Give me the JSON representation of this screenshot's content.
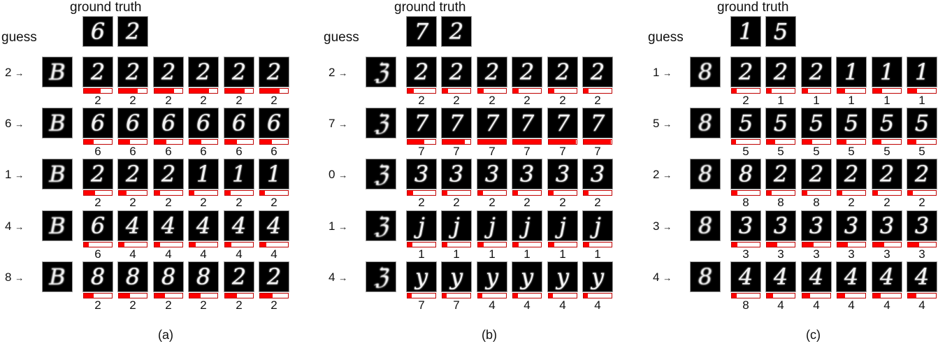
{
  "figure": {
    "ground_truth_label": "ground truth",
    "guess_label": "guess",
    "arrow": "→",
    "colors": {
      "bar_fill": "#ff0000",
      "bar_border": "#c00000",
      "tile_bg": "#000000",
      "stroke": "#ffffff"
    }
  },
  "panels": [
    {
      "caption": "(a)",
      "ground_truth": [
        "6",
        "2"
      ],
      "input_glyph": "B",
      "rows": [
        {
          "guess": "2",
          "frames": [
            "2",
            "2",
            "2",
            "2",
            "2",
            "2"
          ],
          "predictions": [
            "2",
            "2",
            "2",
            "2",
            "2",
            "2"
          ],
          "bars": [
            60,
            68,
            70,
            70,
            70,
            70
          ]
        },
        {
          "guess": "6",
          "frames": [
            "6",
            "6",
            "6",
            "6",
            "6",
            "6"
          ],
          "predictions": [
            "6",
            "6",
            "6",
            "6",
            "6",
            "6"
          ],
          "bars": [
            35,
            40,
            42,
            42,
            42,
            42
          ]
        },
        {
          "guess": "1",
          "frames": [
            "2",
            "2",
            "2",
            "1",
            "1",
            "1"
          ],
          "predictions": [
            "2",
            "2",
            "2",
            "2",
            "2",
            "2"
          ],
          "bars": [
            40,
            28,
            20,
            18,
            20,
            18
          ]
        },
        {
          "guess": "4",
          "frames": [
            "6",
            "4",
            "4",
            "4",
            "4",
            "4"
          ],
          "predictions": [
            "6",
            "4",
            "4",
            "4",
            "4",
            "4"
          ],
          "bars": [
            18,
            20,
            20,
            22,
            22,
            22
          ]
        },
        {
          "guess": "8",
          "frames": [
            "8",
            "8",
            "8",
            "8",
            "2",
            "2"
          ],
          "predictions": [
            "2",
            "2",
            "2",
            "2",
            "2",
            "2"
          ],
          "bars": [
            36,
            40,
            38,
            40,
            42,
            44
          ]
        }
      ]
    },
    {
      "caption": "(b)",
      "ground_truth": [
        "7",
        "2"
      ],
      "input_glyph": "ℨ",
      "rows": [
        {
          "guess": "2",
          "frames": [
            "2",
            "2",
            "2",
            "2",
            "2",
            "2"
          ],
          "predictions": [
            "2",
            "2",
            "2",
            "2",
            "2",
            "2"
          ],
          "bars": [
            22,
            20,
            20,
            20,
            20,
            18
          ]
        },
        {
          "guess": "7",
          "frames": [
            "7",
            "7",
            "7",
            "7",
            "7",
            "7"
          ],
          "predictions": [
            "7",
            "7",
            "7",
            "7",
            "7",
            "7"
          ],
          "bars": [
            60,
            80,
            100,
            100,
            97,
            98
          ]
        },
        {
          "guess": "0",
          "frames": [
            "3",
            "3",
            "3",
            "3",
            "3",
            "3"
          ],
          "predictions": [
            "2",
            "2",
            "2",
            "2",
            "2",
            "2"
          ],
          "bars": [
            20,
            18,
            18,
            18,
            18,
            18
          ]
        },
        {
          "guess": "1",
          "frames": [
            "j",
            "j",
            "j",
            "j",
            "j",
            "j"
          ],
          "predictions": [
            "1",
            "1",
            "1",
            "1",
            "1",
            "1"
          ],
          "bars": [
            18,
            18,
            20,
            20,
            20,
            20
          ]
        },
        {
          "guess": "4",
          "frames": [
            "y",
            "y",
            "y",
            "y",
            "y",
            "y"
          ],
          "predictions": [
            "7",
            "7",
            "4",
            "4",
            "4",
            "4"
          ],
          "bars": [
            16,
            16,
            16,
            18,
            16,
            16
          ]
        }
      ]
    },
    {
      "caption": "(c)",
      "ground_truth": [
        "1",
        "5"
      ],
      "input_glyph": "8",
      "rows": [
        {
          "guess": "1",
          "frames": [
            "2",
            "2",
            "2",
            "1",
            "1",
            "1"
          ],
          "predictions": [
            "2",
            "1",
            "1",
            "1",
            "1",
            "1"
          ],
          "bars": [
            18,
            18,
            20,
            28,
            32,
            32
          ]
        },
        {
          "guess": "5",
          "frames": [
            "5",
            "5",
            "5",
            "5",
            "5",
            "5"
          ],
          "predictions": [
            "5",
            "5",
            "5",
            "5",
            "5",
            "5"
          ],
          "bars": [
            15,
            30,
            35,
            32,
            30,
            30
          ]
        },
        {
          "guess": "2",
          "frames": [
            "8",
            "2",
            "2",
            "2",
            "2",
            "2"
          ],
          "predictions": [
            "8",
            "8",
            "8",
            "2",
            "2",
            "2"
          ],
          "bars": [
            20,
            18,
            18,
            18,
            18,
            18
          ]
        },
        {
          "guess": "3",
          "frames": [
            "3",
            "3",
            "3",
            "3",
            "3",
            "3"
          ],
          "predictions": [
            "3",
            "3",
            "3",
            "3",
            "3",
            "3"
          ],
          "bars": [
            20,
            38,
            40,
            38,
            40,
            40
          ]
        },
        {
          "guess": "4",
          "frames": [
            "4",
            "4",
            "4",
            "4",
            "4",
            "4"
          ],
          "predictions": [
            "8",
            "4",
            "4",
            "4",
            "4",
            "4"
          ],
          "bars": [
            18,
            22,
            28,
            28,
            28,
            30
          ]
        }
      ]
    }
  ]
}
